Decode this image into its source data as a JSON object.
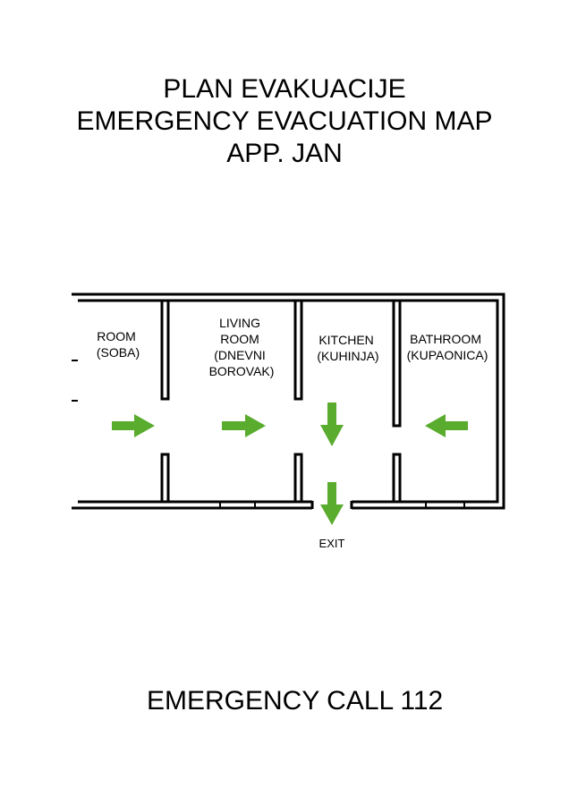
{
  "header": {
    "title_line1": "PLAN EVAKUACIJE",
    "title_line2": "EMERGENCY EVACUATION MAP",
    "title_line3": "APP. JAN"
  },
  "rooms": {
    "room": {
      "line1": "ROOM",
      "line2": "(SOBA)"
    },
    "living": {
      "line1": "LIVING",
      "line2": "ROOM",
      "line3": "(DNEVNI",
      "line4": "BOROVAK)"
    },
    "kitchen": {
      "line1": "KITCHEN",
      "line2": "(KUHINJA)"
    },
    "bathroom": {
      "line1": "BATHROOM",
      "line2": "(KUPAONICA)"
    }
  },
  "exit_label": "EXIT",
  "footer": {
    "emergency_call": "EMERGENCY CALL 112"
  },
  "colors": {
    "arrow": "#5aac2e",
    "walls": "#000000",
    "background": "#ffffff"
  },
  "icons": {
    "arrow_right": "arrow-right-icon",
    "arrow_left": "arrow-left-icon",
    "arrow_down": "arrow-down-icon"
  }
}
